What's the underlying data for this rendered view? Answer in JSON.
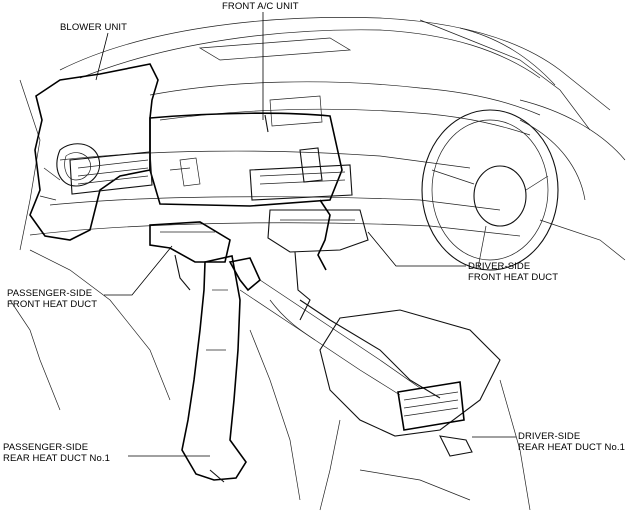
{
  "labels": {
    "blower_unit": "BLOWER UNIT",
    "front_ac_unit": "FRONT A/C UNIT",
    "driver_front_duct": [
      "DRIVER-SIDE",
      "FRONT HEAT DUCT"
    ],
    "passenger_front_duct": [
      "PASSENGER-SIDE",
      "FRONT HEAT DUCT"
    ],
    "passenger_rear_duct": [
      "PASSENGER-SIDE",
      "REAR HEAT DUCT No.1"
    ],
    "driver_rear_duct": [
      "DRIVER-SIDE",
      "REAR HEAT DUCT No.1"
    ]
  }
}
